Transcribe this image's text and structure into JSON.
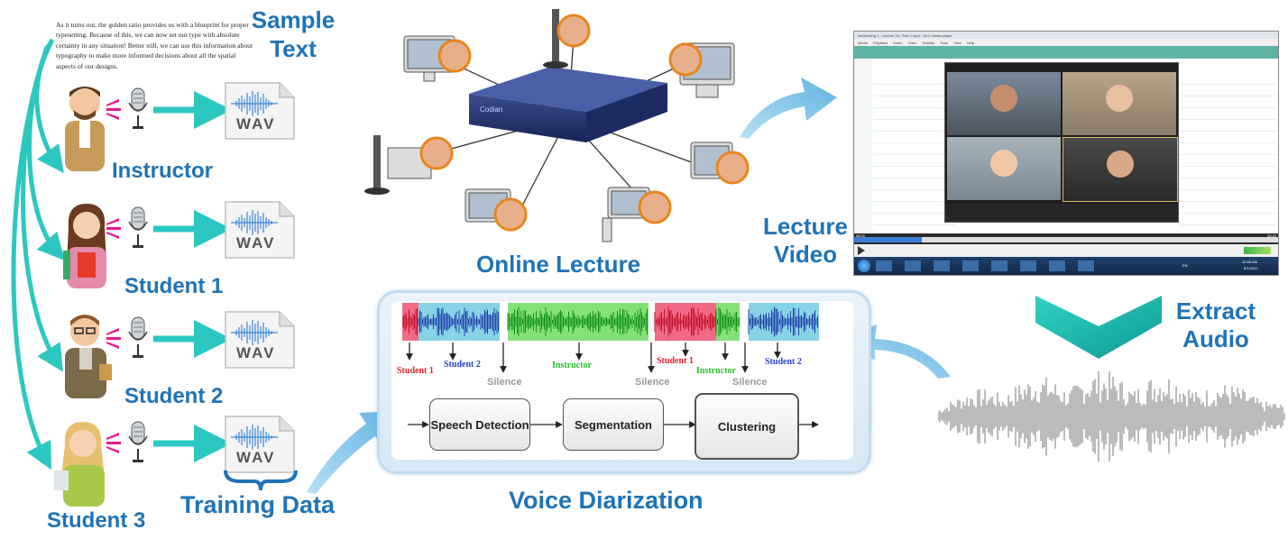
{
  "sample_text": {
    "title": "Sample Text",
    "paragraph": "As it turns out, the golden ratio provides us with a blueprint for proper typesetting. Because of this, we can now set our type with absolute certainty in any situation! Better still, we can use this information about typography to make more informed decisions about all the spatial aspects of our designs."
  },
  "speakers": {
    "instructor": "Instructor",
    "student1": "Student 1",
    "student2": "Student 2",
    "student3": "Student 3"
  },
  "wav_label": "WAV",
  "training_data": "Training Data",
  "online_lecture": "Online Lecture",
  "lecture_video": {
    "line1": "Lecture",
    "line2": "Video",
    "window_title": "Networking 1 - Lecture 16 - Part 1.mp4 - VLC media player",
    "menu": [
      "Media",
      "Playback",
      "Audio",
      "Video",
      "Subtitle",
      "Tools",
      "View",
      "Help"
    ],
    "time_start": "06:22",
    "time_end": "39:29",
    "clock_time": "10:55 AM",
    "clock_date": "8/1/2020",
    "lang": "EN"
  },
  "extract_audio": {
    "line1": "Extract",
    "line2": "Audio"
  },
  "voice_diarization": {
    "title": "Voice Diarization",
    "segment_labels": [
      {
        "text": "Student 1",
        "color": "#e8202a"
      },
      {
        "text": "Student 2",
        "color": "#2441c8"
      },
      {
        "text": "Silence",
        "color": "#9a9a9a"
      },
      {
        "text": "Instructor",
        "color": "#22c322"
      },
      {
        "text": "Silence",
        "color": "#9a9a9a"
      },
      {
        "text": "Student 1",
        "color": "#e8202a"
      },
      {
        "text": "Instructor",
        "color": "#22c322"
      },
      {
        "text": "Silence",
        "color": "#9a9a9a"
      },
      {
        "text": "Student 2",
        "color": "#2441c8"
      }
    ],
    "pipeline": [
      "Speech Detection",
      "Segmentation",
      "Clustering"
    ]
  },
  "colors": {
    "title_blue": "#1f73b7",
    "arrow_teal": "#2cc7c0",
    "student1_red": "#e8202a",
    "student2_blue": "#2441c8",
    "instructor_green": "#22c322",
    "silence_gray": "#9a9a9a",
    "pink_sound": "#e81a8a"
  }
}
